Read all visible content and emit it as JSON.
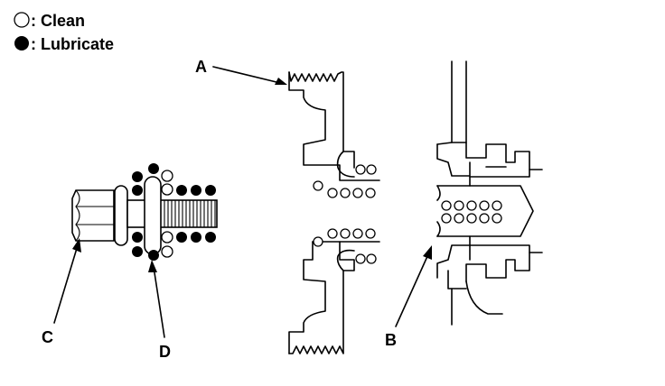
{
  "legend": {
    "clean_label": ": Clean",
    "lubricate_label": ": Lubricate"
  },
  "callouts": {
    "a": "A",
    "b": "B",
    "c": "C",
    "d": "D"
  },
  "symbols": {
    "clean": "open-circle",
    "lubricate": "filled-circle"
  },
  "colors": {
    "ink": "#000000",
    "background": "#ffffff"
  }
}
